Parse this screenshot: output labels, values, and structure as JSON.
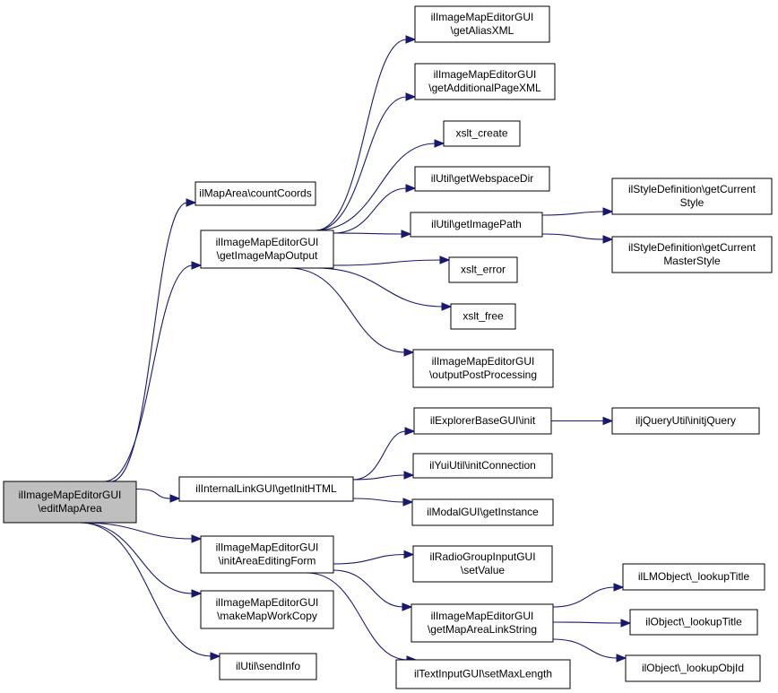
{
  "colors": {
    "edge": "#191970",
    "root_fill": "#bfbfbf",
    "node_fill": "#ffffff",
    "node_border": "#000000"
  },
  "nodes": [
    {
      "id": "editMapArea",
      "lines": [
        "ilImageMapEditorGUI",
        "\\editMapArea"
      ],
      "root": true
    },
    {
      "id": "countCoords",
      "lines": [
        "ilMapArea\\countCoords"
      ]
    },
    {
      "id": "getImageMapOutput",
      "lines": [
        "ilImageMapEditorGUI",
        "\\getImageMapOutput"
      ]
    },
    {
      "id": "getAliasXML",
      "lines": [
        "ilImageMapEditorGUI",
        "\\getAliasXML"
      ]
    },
    {
      "id": "getAdditionalPageXML",
      "lines": [
        "ilImageMapEditorGUI",
        "\\getAdditionalPageXML"
      ]
    },
    {
      "id": "xslt_create",
      "lines": [
        "xslt_create"
      ]
    },
    {
      "id": "getWebspaceDir",
      "lines": [
        "ilUtil\\getWebspaceDir"
      ]
    },
    {
      "id": "getImagePath",
      "lines": [
        "ilUtil\\getImagePath"
      ]
    },
    {
      "id": "getCurrentStyle",
      "lines": [
        "ilStyleDefinition\\getCurrent",
        "Style"
      ]
    },
    {
      "id": "getCurrentMasterStyle",
      "lines": [
        "ilStyleDefinition\\getCurrent",
        "MasterStyle"
      ]
    },
    {
      "id": "xslt_error",
      "lines": [
        "xslt_error"
      ]
    },
    {
      "id": "xslt_free",
      "lines": [
        "xslt_free"
      ]
    },
    {
      "id": "outputPostProcessing",
      "lines": [
        "ilImageMapEditorGUI",
        "\\outputPostProcessing"
      ]
    },
    {
      "id": "getInitHTML",
      "lines": [
        "ilInternalLinkGUI\\getInitHTML"
      ]
    },
    {
      "id": "explorerInit",
      "lines": [
        "ilExplorerBaseGUI\\init"
      ]
    },
    {
      "id": "initjQuery",
      "lines": [
        "iljQueryUtil\\initjQuery"
      ]
    },
    {
      "id": "initConnection",
      "lines": [
        "ilYuiUtil\\initConnection"
      ]
    },
    {
      "id": "getInstance",
      "lines": [
        "ilModalGUI\\getInstance"
      ]
    },
    {
      "id": "initAreaEditingForm",
      "lines": [
        "ilImageMapEditorGUI",
        "\\initAreaEditingForm"
      ]
    },
    {
      "id": "setValue",
      "lines": [
        "ilRadioGroupInputGUI",
        "\\setValue"
      ]
    },
    {
      "id": "getMapAreaLinkString",
      "lines": [
        "ilImageMapEditorGUI",
        "\\getMapAreaLinkString"
      ]
    },
    {
      "id": "lmLookupTitle",
      "lines": [
        "ilLMObject\\_lookupTitle"
      ]
    },
    {
      "id": "objLookupTitle",
      "lines": [
        "ilObject\\_lookupTitle"
      ]
    },
    {
      "id": "lookupObjId",
      "lines": [
        "ilObject\\_lookupObjId"
      ]
    },
    {
      "id": "setMaxLength",
      "lines": [
        "ilTextInputGUI\\setMaxLength"
      ]
    },
    {
      "id": "makeMapWorkCopy",
      "lines": [
        "ilImageMapEditorGUI",
        "\\makeMapWorkCopy"
      ]
    },
    {
      "id": "sendInfo",
      "lines": [
        "ilUtil\\sendInfo"
      ]
    }
  ],
  "edges": [
    [
      "editMapArea",
      "countCoords"
    ],
    [
      "editMapArea",
      "getImageMapOutput"
    ],
    [
      "editMapArea",
      "getInitHTML"
    ],
    [
      "editMapArea",
      "initAreaEditingForm"
    ],
    [
      "editMapArea",
      "makeMapWorkCopy"
    ],
    [
      "editMapArea",
      "sendInfo"
    ],
    [
      "getImageMapOutput",
      "getAliasXML"
    ],
    [
      "getImageMapOutput",
      "getAdditionalPageXML"
    ],
    [
      "getImageMapOutput",
      "xslt_create"
    ],
    [
      "getImageMapOutput",
      "getWebspaceDir"
    ],
    [
      "getImageMapOutput",
      "getImagePath"
    ],
    [
      "getImageMapOutput",
      "xslt_error"
    ],
    [
      "getImageMapOutput",
      "xslt_free"
    ],
    [
      "getImageMapOutput",
      "outputPostProcessing"
    ],
    [
      "getImagePath",
      "getCurrentStyle"
    ],
    [
      "getImagePath",
      "getCurrentMasterStyle"
    ],
    [
      "getInitHTML",
      "explorerInit"
    ],
    [
      "getInitHTML",
      "initConnection"
    ],
    [
      "getInitHTML",
      "getInstance"
    ],
    [
      "explorerInit",
      "initjQuery"
    ],
    [
      "initAreaEditingForm",
      "setValue"
    ],
    [
      "initAreaEditingForm",
      "getMapAreaLinkString"
    ],
    [
      "initAreaEditingForm",
      "setMaxLength"
    ],
    [
      "getMapAreaLinkString",
      "lmLookupTitle"
    ],
    [
      "getMapAreaLinkString",
      "objLookupTitle"
    ],
    [
      "getMapAreaLinkString",
      "lookupObjId"
    ]
  ]
}
